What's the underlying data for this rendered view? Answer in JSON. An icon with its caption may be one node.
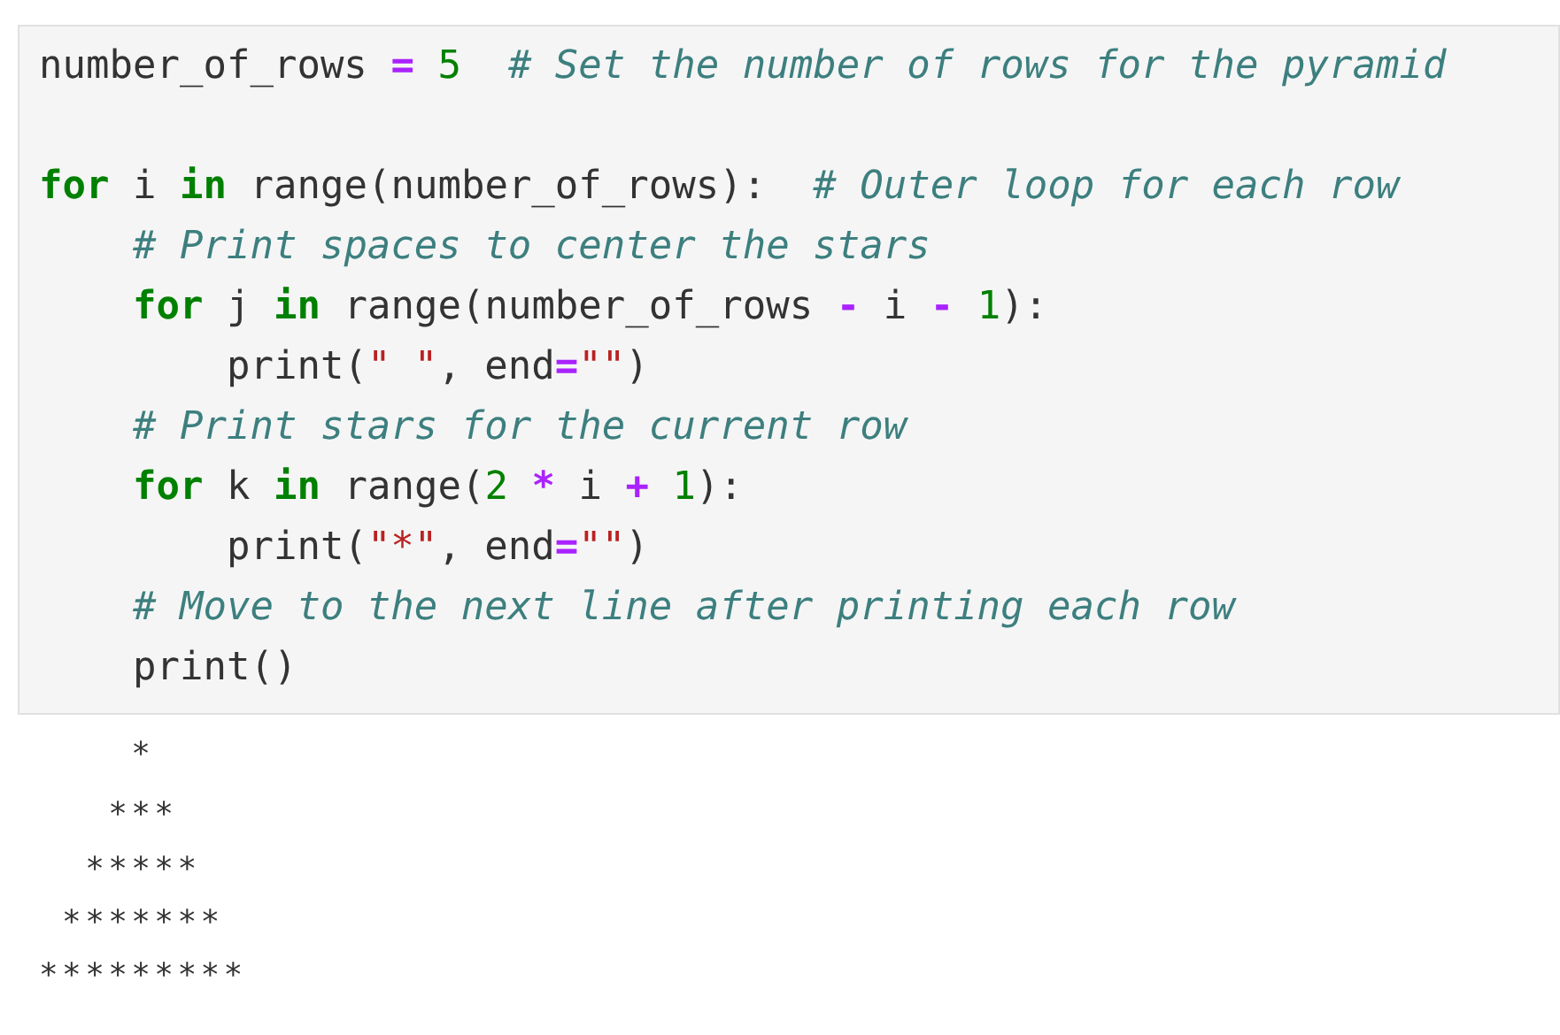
{
  "diagram": {
    "labels": [
      "number_of_rows = 5  *# Set the number of rows for the pyramid*",
      "**for** i **in** range(number_of_rows):  *# Outer loop for each row*",
      "    *# Print spaces to center the stars*",
      "    **for** j **in** range(number_of_rows - i - 1):",
      "        print(\" \", end=\"\")",
      "    *# Print stars for the current row*",
      "    **for** k **in** range(2 * i + 1):",
      "        print(\"*\", end=\"\")",
      "    *# Move to the next line after printing each row*",
      "    print()",
      "    *",
      "   ***",
      "  *****",
      " *******",
      "*********"
    ]
  }
}
